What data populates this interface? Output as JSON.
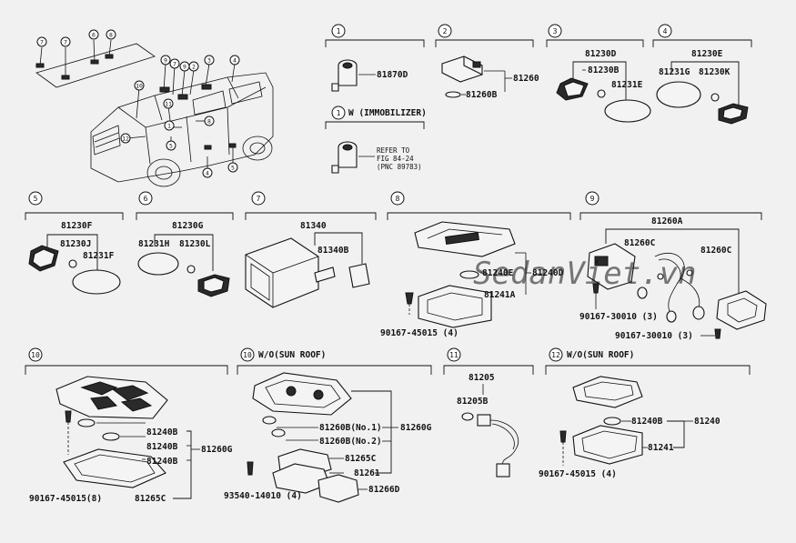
{
  "watermark": "SedanViet.vn",
  "vehicle_callouts": [
    "7",
    "7",
    "6",
    "8",
    "9",
    "7",
    "9",
    "2",
    "3",
    "4",
    "10",
    "11",
    "12",
    "1",
    "8",
    "5",
    "4",
    "5"
  ],
  "sections": {
    "s1": {
      "num": "1",
      "parts": [
        "81870D"
      ]
    },
    "s1b": {
      "num": "1",
      "note": "W (IMMOBILIZER)",
      "refer": [
        "REFER TO",
        "FIG 84-24",
        "(PNC 89783)"
      ]
    },
    "s2": {
      "num": "2",
      "parts": [
        "81260",
        "81260B"
      ]
    },
    "s3": {
      "num": "3",
      "parts": [
        "81230D",
        "81230B",
        "81231E"
      ]
    },
    "s4": {
      "num": "4",
      "parts": [
        "81230E",
        "81231G",
        "81230K"
      ]
    },
    "s5": {
      "num": "5",
      "parts": [
        "81230F",
        "81230J",
        "81231F"
      ]
    },
    "s6": {
      "num": "6",
      "parts": [
        "81230G",
        "81231H",
        "81230L"
      ]
    },
    "s7": {
      "num": "7",
      "parts": [
        "81340",
        "81340B"
      ]
    },
    "s8": {
      "num": "8",
      "parts": [
        "81240E",
        "81240D",
        "81241A",
        "90167-45015 (4)"
      ]
    },
    "s9": {
      "num": "9",
      "parts": [
        "81260A",
        "81260C",
        "81260C",
        "90167-30010 (3)",
        "90167-30010 (3)"
      ]
    },
    "s10": {
      "num": "10",
      "parts": [
        "81240B",
        "81240B",
        "81240B",
        "81260G",
        "90167-45015(8)",
        "81265C"
      ]
    },
    "s10b": {
      "num": "10",
      "note": "W/O(SUN ROOF)",
      "parts": [
        "81260B(No.1)",
        "81260B(No.2)",
        "81260G",
        "81265C",
        "81261",
        "81266D",
        "93540-14010 (4)"
      ]
    },
    "s11": {
      "num": "11",
      "parts": [
        "81205",
        "81205B"
      ]
    },
    "s12": {
      "num": "12",
      "note": "W/O(SUN ROOF)",
      "parts": [
        "81240B",
        "81240",
        "81241",
        "90167-45015 (4)"
      ]
    }
  }
}
